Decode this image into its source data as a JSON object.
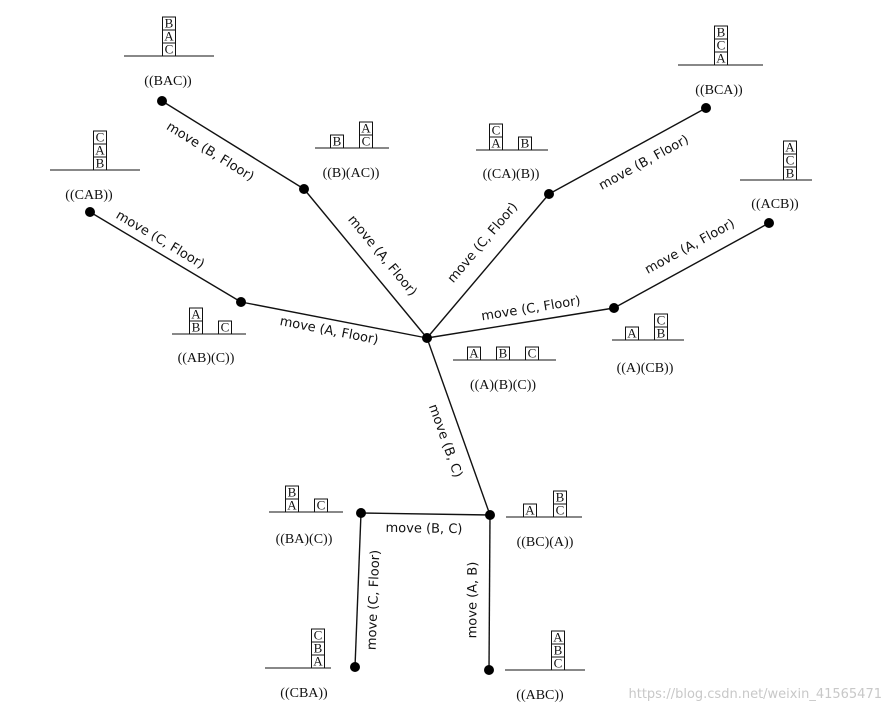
{
  "nodes": [
    {
      "id": "bac",
      "label": "((BAC))",
      "stacks": [
        [
          "C",
          "A",
          "B"
        ]
      ]
    },
    {
      "id": "b_ac",
      "label": "((B)(AC))",
      "stacks": [
        [
          "B"
        ],
        [
          "C",
          "A"
        ]
      ]
    },
    {
      "id": "cab",
      "label": "((CAB))",
      "stacks": [
        [
          "B",
          "A",
          "C"
        ]
      ]
    },
    {
      "id": "ca_b",
      "label": "((CA)(B))",
      "stacks": [
        [
          "A",
          "C"
        ],
        [
          "B"
        ]
      ]
    },
    {
      "id": "bca",
      "label": "((BCA))",
      "stacks": [
        [
          "A",
          "C",
          "B"
        ]
      ]
    },
    {
      "id": "acb",
      "label": "((ACB))",
      "stacks": [
        [
          "B",
          "C",
          "A"
        ]
      ]
    },
    {
      "id": "ab_c",
      "label": "((AB)(C))",
      "stacks": [
        [
          "B",
          "A"
        ],
        [
          "C"
        ]
      ]
    },
    {
      "id": "a_b_c",
      "label": "((A)(B)(C))",
      "stacks": [
        [
          "A"
        ],
        [
          "B"
        ],
        [
          "C"
        ]
      ]
    },
    {
      "id": "a_cb",
      "label": "((A)(CB))",
      "stacks": [
        [
          "A"
        ],
        [
          "B",
          "C"
        ]
      ]
    },
    {
      "id": "ba_c",
      "label": "((BA)(C))",
      "stacks": [
        [
          "A",
          "B"
        ],
        [
          "C"
        ]
      ]
    },
    {
      "id": "bc_a",
      "label": "((BC)(A))",
      "stacks": [
        [
          "A"
        ],
        [
          "C",
          "B"
        ]
      ]
    },
    {
      "id": "cba",
      "label": "((CBA))",
      "stacks": [
        [
          "A",
          "B",
          "C"
        ]
      ]
    },
    {
      "id": "abc",
      "label": "((ABC))",
      "stacks": [
        [
          "C",
          "B",
          "A"
        ]
      ]
    }
  ],
  "edges": [
    {
      "id": "e-bac",
      "label": "move (B, Floor)"
    },
    {
      "id": "e-b_ac",
      "label": "move (A, Floor)"
    },
    {
      "id": "e-cab",
      "label": "move (C, Floor)"
    },
    {
      "id": "e-ab_c",
      "label": "move (A, Floor)"
    },
    {
      "id": "e-ca_b",
      "label": "move (C, Floor)"
    },
    {
      "id": "e-bca",
      "label": "move (B, Floor)"
    },
    {
      "id": "e-a_cb",
      "label": "move (C, Floor)"
    },
    {
      "id": "e-acb",
      "label": "move (A, Floor)"
    },
    {
      "id": "e-bc_a",
      "label": "move (B, C)"
    },
    {
      "id": "e-ba_c",
      "label": "move (B, C)"
    },
    {
      "id": "e-cba",
      "label": "move (C, Floor)"
    },
    {
      "id": "e-abc",
      "label": "move (A, B)"
    }
  ],
  "watermark": "https://blog.csdn.net/weixin_41565471"
}
